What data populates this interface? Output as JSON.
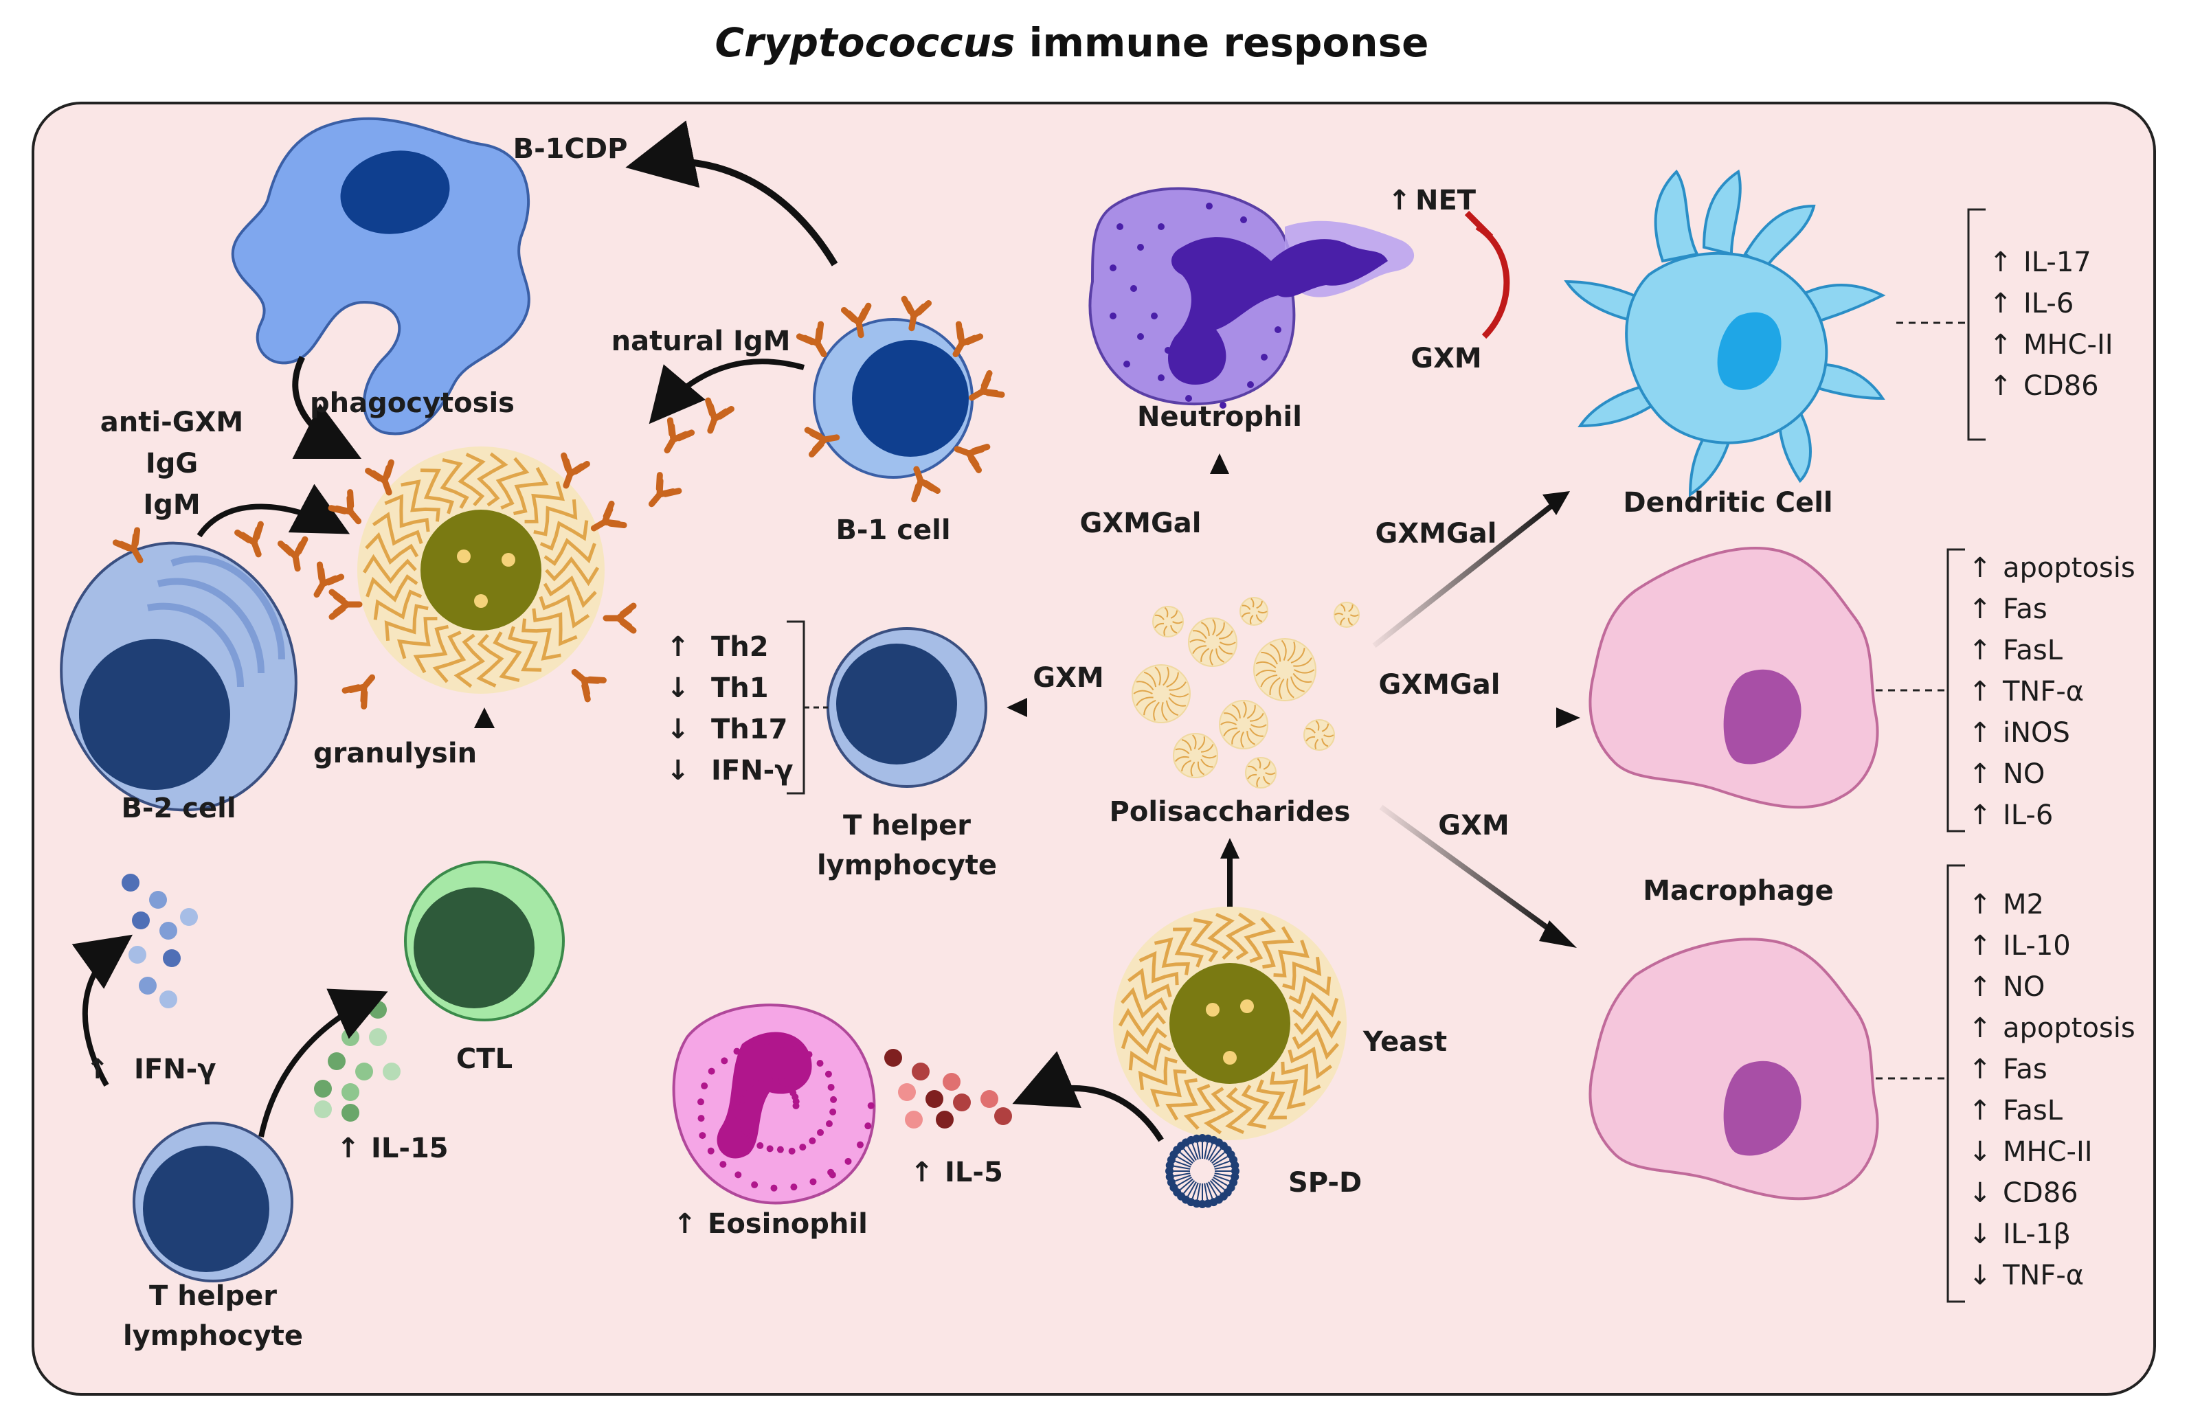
{
  "title": {
    "organism": "Cryptococcus",
    "rest": " immune response"
  },
  "colors": {
    "panel_bg": "#fae6e6",
    "capsule": "#f7e6c0",
    "capsule_fiber": "#e0a54a",
    "yeast_body": "#7a7a12",
    "antibody": "#c9651e",
    "b_cell": "#9fc0ee",
    "b_cell_nucleus": "#0f3f8f",
    "t_cell": "#a6bde6",
    "t_cell_nucleus": "#1f3f75",
    "ctl": "#a6e8a6",
    "ctl_nucleus": "#2e5a3a",
    "b1cdp": "#7fa7ee",
    "neutrophil": "#a98ee6",
    "neutrophil_nucleus": "#4a1fa8",
    "dendritic": "#8fd6f2",
    "dendritic_nucleus": "#1fa6e6",
    "macrophage": "#f5c6dc",
    "macrophage_nucleus": "#a84fa6",
    "eosinophil": "#f5a6e6",
    "eosinophil_nucleus": "#b0168c",
    "inhibit": "#c01a1a"
  },
  "labels": {
    "b1cdp": "B-1CDP",
    "natural_igm": "natural IgM",
    "phagocytosis": "phagocytosis",
    "anti_gxm": "anti-GXM",
    "igg": "IgG",
    "igm": "IgM",
    "b1_cell": "B-1 cell",
    "b2_cell": "B-2  cell",
    "granulysin": "granulysin",
    "ifn_gamma": "IFN-γ",
    "il15": "IL-15",
    "ctl": "CTL",
    "t_helper_1": "T helper",
    "t_helper_2": "lymphocyte",
    "th_list": [
      "Th2",
      "Th1",
      "Th17",
      "IFN-γ"
    ],
    "th_list_arrows": [
      "↑",
      "↓",
      "↓",
      "↓"
    ],
    "gxm_th": "GXM",
    "mid_t_helper_1": "T helper",
    "mid_t_helper_2": "lymphocyte",
    "net": "NET",
    "gxm_net": "GXM",
    "neutrophil": "Neutrophil",
    "gxmgal_neutrophil": "GXMGal",
    "polisaccharides": "Polisaccharides",
    "gxmgal_dc": "GXMGal",
    "gxmgal_mac": "GXMGal",
    "gxm_mac": "GXM",
    "dendritic_cell": "Dendritic Cell",
    "macrophage": "Macrophage",
    "yeast": "Yeast",
    "spd": "SP-D",
    "il5": "IL-5",
    "eosinophil": "Eosinophil",
    "up_arrow": "↑"
  },
  "lists": {
    "dc": [
      {
        "dir": "↑",
        "text": "IL-17"
      },
      {
        "dir": "↑",
        "text": "IL-6"
      },
      {
        "dir": "↑",
        "text": "MHC-II"
      },
      {
        "dir": "↑",
        "text": "CD86"
      }
    ],
    "mac1": [
      {
        "dir": "↑",
        "text": "apoptosis"
      },
      {
        "dir": "↑",
        "text": "Fas"
      },
      {
        "dir": "↑",
        "text": "FasL"
      },
      {
        "dir": "↑",
        "text": "TNF-α"
      },
      {
        "dir": "↑",
        "text": "iNOS"
      },
      {
        "dir": "↑",
        "text": "NO"
      },
      {
        "dir": "↑",
        "text": "IL-6"
      }
    ],
    "mac2": [
      {
        "dir": "↑",
        "text": "M2"
      },
      {
        "dir": "↑",
        "text": "IL-10"
      },
      {
        "dir": "↑",
        "text": "NO"
      },
      {
        "dir": "↑",
        "text": "apoptosis"
      },
      {
        "dir": "↑",
        "text": "Fas"
      },
      {
        "dir": "↑",
        "text": "FasL"
      },
      {
        "dir": "↓",
        "text": "MHC-II"
      },
      {
        "dir": "↓",
        "text": "CD86"
      },
      {
        "dir": "↓",
        "text": "IL-1β"
      },
      {
        "dir": "↓",
        "text": "TNF-α"
      }
    ]
  }
}
